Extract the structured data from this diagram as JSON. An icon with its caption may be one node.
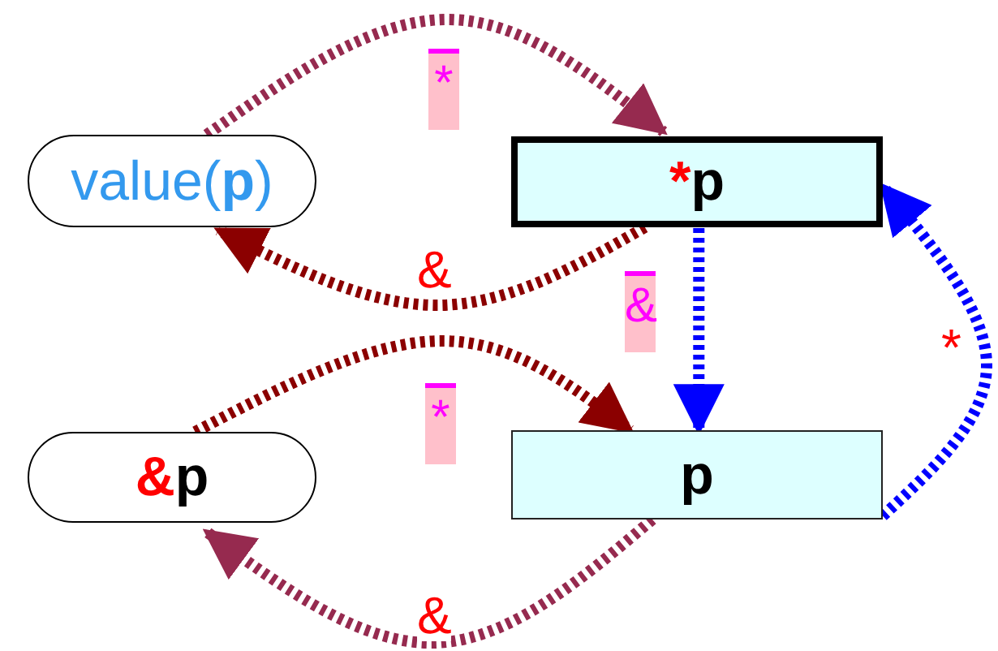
{
  "diagram": {
    "nodes": [
      {
        "text": [
          "value(**p**)"
        ]
      },
      {
        "text": [
          "*p"
        ]
      },
      {
        "text": [
          "&p"
        ]
      },
      {
        "text": [
          "p"
        ]
      }
    ],
    "edges": [
      {
        "from": 0,
        "to": 1,
        "arrow": "to",
        "label": "*",
        "style": "dashed",
        "color": "#962a4f"
      },
      {
        "from": 1,
        "to": 0,
        "arrow": "to",
        "label": "&",
        "style": "dashed",
        "color": "#8b0000"
      },
      {
        "from": 1,
        "to": 3,
        "arrow": "to",
        "label": "&",
        "style": "dashed",
        "color": "#0000ff"
      },
      {
        "from": 3,
        "to": 1,
        "arrow": "to",
        "label": "*",
        "style": "dashed",
        "color": "#0000ff"
      },
      {
        "from": 2,
        "to": 3,
        "arrow": "to",
        "label": "*",
        "style": "dashed",
        "color": "#8b0000"
      },
      {
        "from": 3,
        "to": 2,
        "arrow": "to",
        "label": "&",
        "style": "dashed",
        "color": "#962a4f"
      }
    ]
  }
}
